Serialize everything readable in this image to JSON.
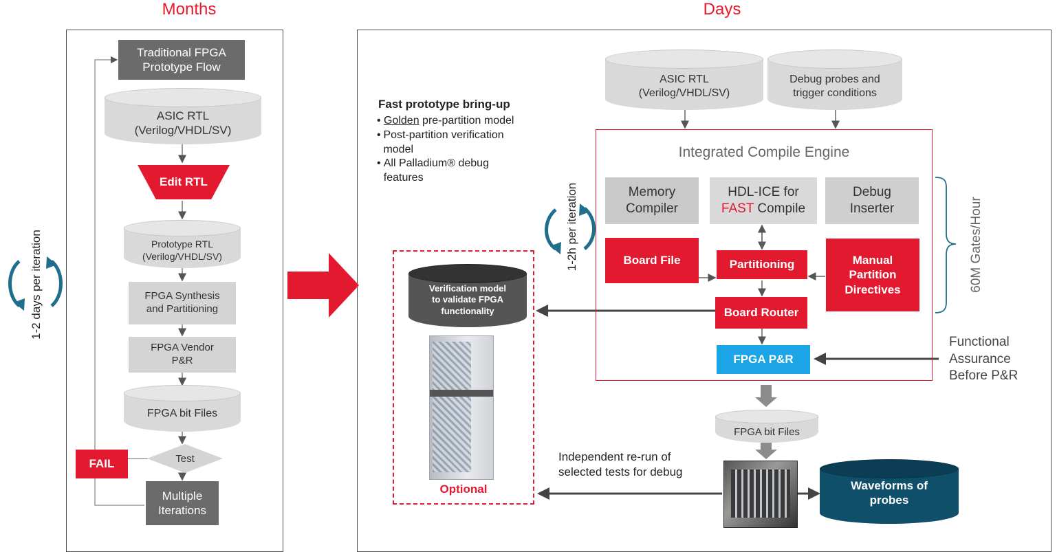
{
  "headers": {
    "left": "Months",
    "right": "Days"
  },
  "left_flow": {
    "title": "Traditional FPGA\nPrototype Flow",
    "asic_rtl": "ASIC RTL\n(Verilog/VHDL/SV)",
    "edit_rtl": "Edit RTL",
    "prototype_rtl": "Prototype RTL\n(Verilog/VHDL/SV)",
    "synthesis": "FPGA Synthesis\nand Partitioning",
    "vendor_pr": "FPGA Vendor\nP&R",
    "bit_files": "FPGA bit Files",
    "test": "Test",
    "fail": "FAIL",
    "iterations": "Multiple\nIterations",
    "cycle_label": "1-2 days per iteration"
  },
  "right_flow": {
    "asic_rtl": "ASIC RTL\n(Verilog/VHDL/SV)",
    "debug_probes": "Debug probes and\ntrigger conditions",
    "bringup_title": "Fast prototype bring-up",
    "bringup_items": [
      {
        "bullet": "•",
        "prefix": "Golden",
        "text": " pre-partition model"
      },
      {
        "bullet": "•",
        "prefix": "",
        "text": "Post-partition verification model"
      },
      {
        "bullet": "•",
        "prefix": "",
        "text": "All Palladium® debug features"
      }
    ],
    "engine_title": "Integrated Compile Engine",
    "memory_compiler": "Memory\nCompiler",
    "hdl_ice_line1": "HDL-ICE for",
    "hdl_ice_fast": "FAST",
    "hdl_ice_compile": " Compile",
    "debug_inserter": "Debug\nInserter",
    "board_file": "Board File",
    "partitioning": "Partitioning",
    "manual_partition": "Manual\nPartition\nDirectives",
    "board_router": "Board Router",
    "fpga_pr": "FPGA P&R",
    "cycle_label": "1-2h per iteration",
    "gates_label": "60M Gates/Hour",
    "functional_assurance": "Functional\nAssurance\nBefore P&R",
    "verification_model": "Verification model\nto validate FPGA\nfunctionality",
    "optional": "Optional",
    "bit_files": "FPGA bit Files",
    "rerun_note": "Independent re-run of\nselected tests for debug",
    "waveforms": "Waveforms of\nprobes"
  },
  "colors": {
    "red": "#e3192f",
    "blue": "#1ba5e6",
    "teal": "#1f6e8c",
    "dark_teal": "#0f4f6a"
  }
}
